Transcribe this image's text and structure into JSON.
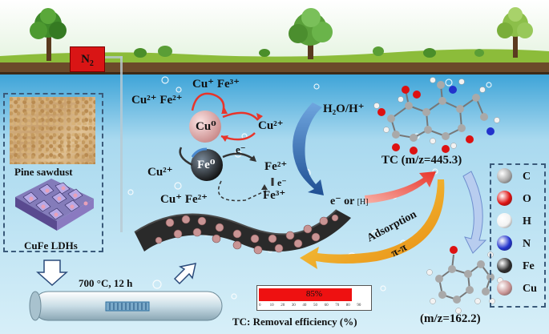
{
  "labels": {
    "n2": "N",
    "n2_sub": "2",
    "pine_sawdust": "Pine sawdust",
    "cufe_ldhs": "CuFe LDHs",
    "condition": "700 °C, 12 h",
    "cu2_fe2_top": "Cu²⁺ Fe²⁺",
    "cu_fe3_top": "Cu⁺ Fe³⁺",
    "cu0": "Cu⁰",
    "cu2_right": "Cu²⁺",
    "fe0": "Fe⁰",
    "e_minus": "e⁻",
    "fe2_right": "Fe²⁺",
    "e_minus_small": "e⁻",
    "fe3_right": "Fe³⁺",
    "cu2_left": "Cu²⁺",
    "cu_fe2_bottom": "Cu⁺ Fe²⁺",
    "h2o_h": "H₂O/H⁺",
    "e_or": "e⁻ or ",
    "h_radical": "[H]",
    "tc": "TC (m/z=445.3)",
    "adsorption": "Adsorption",
    "pi_pi": "π-π",
    "product": "(m/z=162.2)",
    "removal_title": "TC: Removal efficiency (%)",
    "removal_value_label": "85%"
  },
  "removal": {
    "value": 85,
    "max": 100,
    "ticks": [
      "0",
      "10",
      "20",
      "30",
      "40",
      "50",
      "60",
      "70",
      "80",
      "90"
    ],
    "bar_color": "#ee1111"
  },
  "legend": [
    {
      "symbol": "C",
      "color": "#a9a9a9"
    },
    {
      "symbol": "O",
      "color": "#dd1111"
    },
    {
      "symbol": "H",
      "color": "#f2f2f2"
    },
    {
      "symbol": "N",
      "color": "#2233cc"
    },
    {
      "symbol": "Fe",
      "color": "#2c2c2c"
    },
    {
      "symbol": "Cu",
      "color": "#c89494"
    }
  ],
  "colors": {
    "sky": "#eef7ec",
    "grass": "#8cbc3a",
    "soil": "#6b4a2a",
    "water": "#5fb6df",
    "arrow_red": "#e8342a",
    "arrow_blue": "#2a5a9a",
    "arrow_orange": "#f0a020"
  }
}
